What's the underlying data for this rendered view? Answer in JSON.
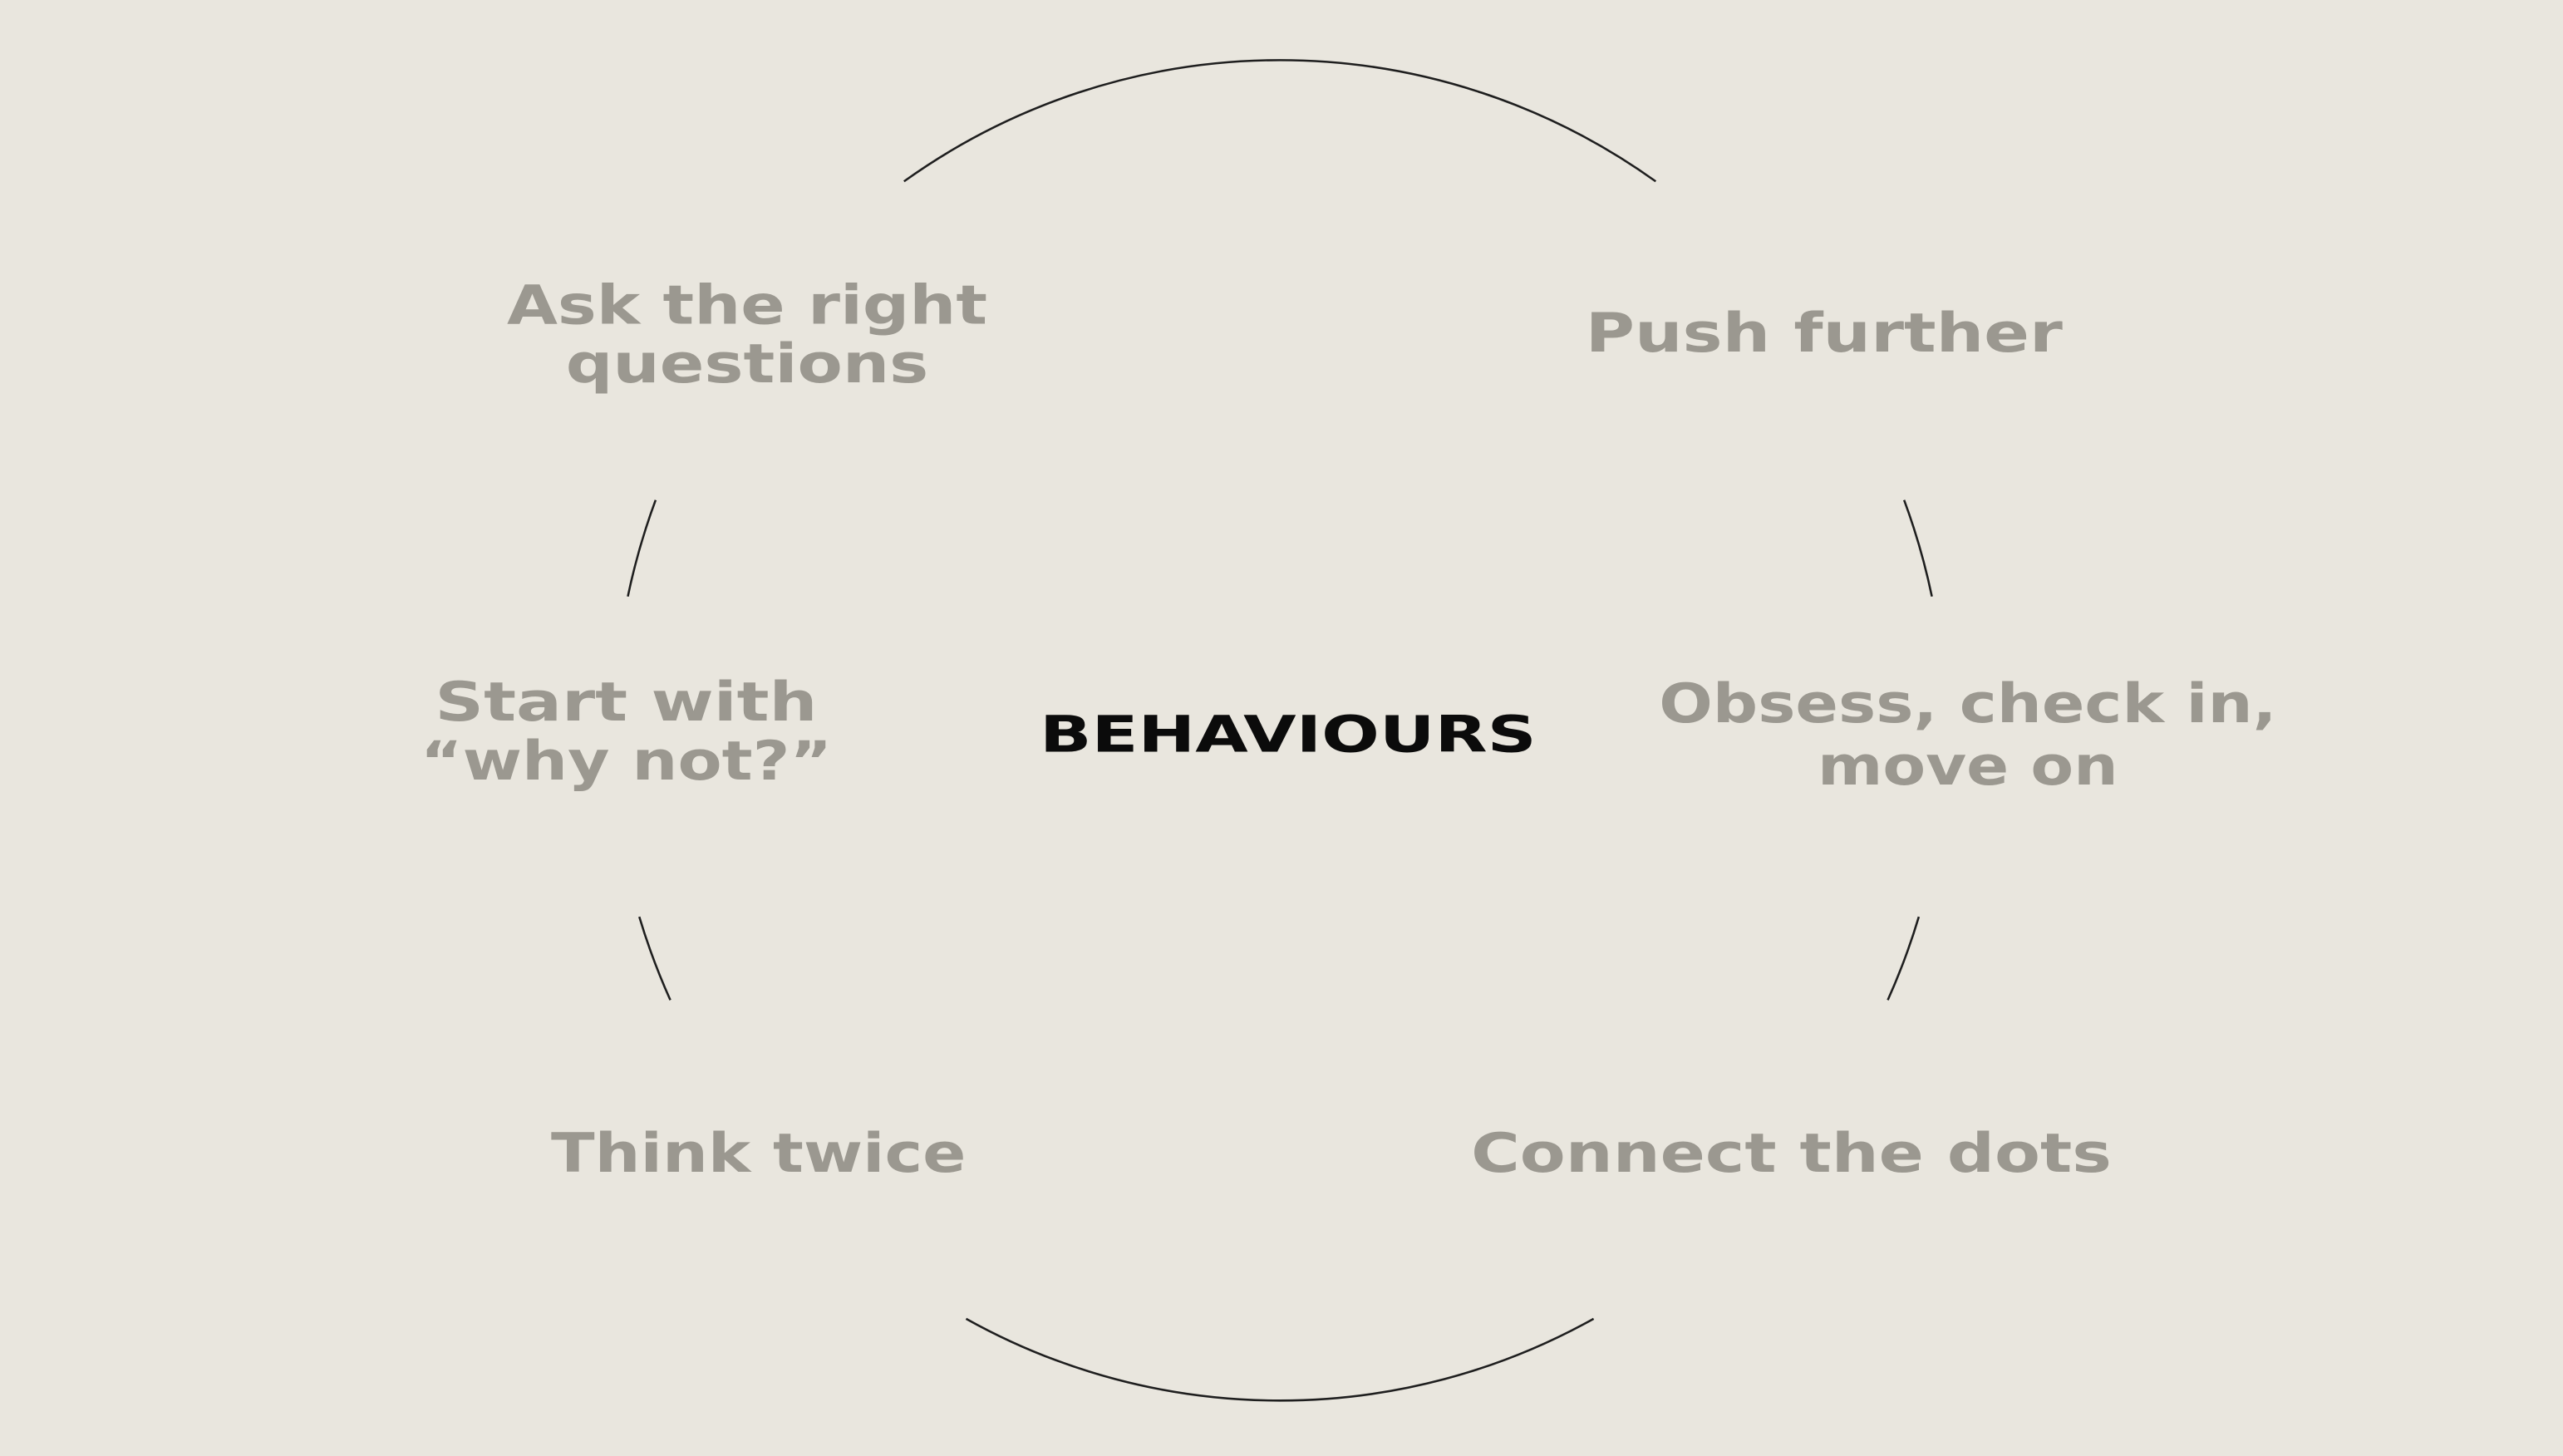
{
  "diagram": {
    "center_label": "BEHAVIOURS",
    "behaviours": [
      {
        "lines": [
          "Ask the right",
          "questions"
        ]
      },
      {
        "lines": [
          "Push further"
        ]
      },
      {
        "lines": [
          "Start with",
          "“why not?”"
        ]
      },
      {
        "lines": [
          "Obsess, check in,",
          "move on"
        ]
      },
      {
        "lines": [
          "Think twice"
        ]
      },
      {
        "lines": [
          "Connect the dots"
        ]
      }
    ],
    "colors": {
      "background": "#e9e6de",
      "label": "#9b9890",
      "title": "#0b0b0b",
      "ring": "#1e1e1e"
    }
  }
}
